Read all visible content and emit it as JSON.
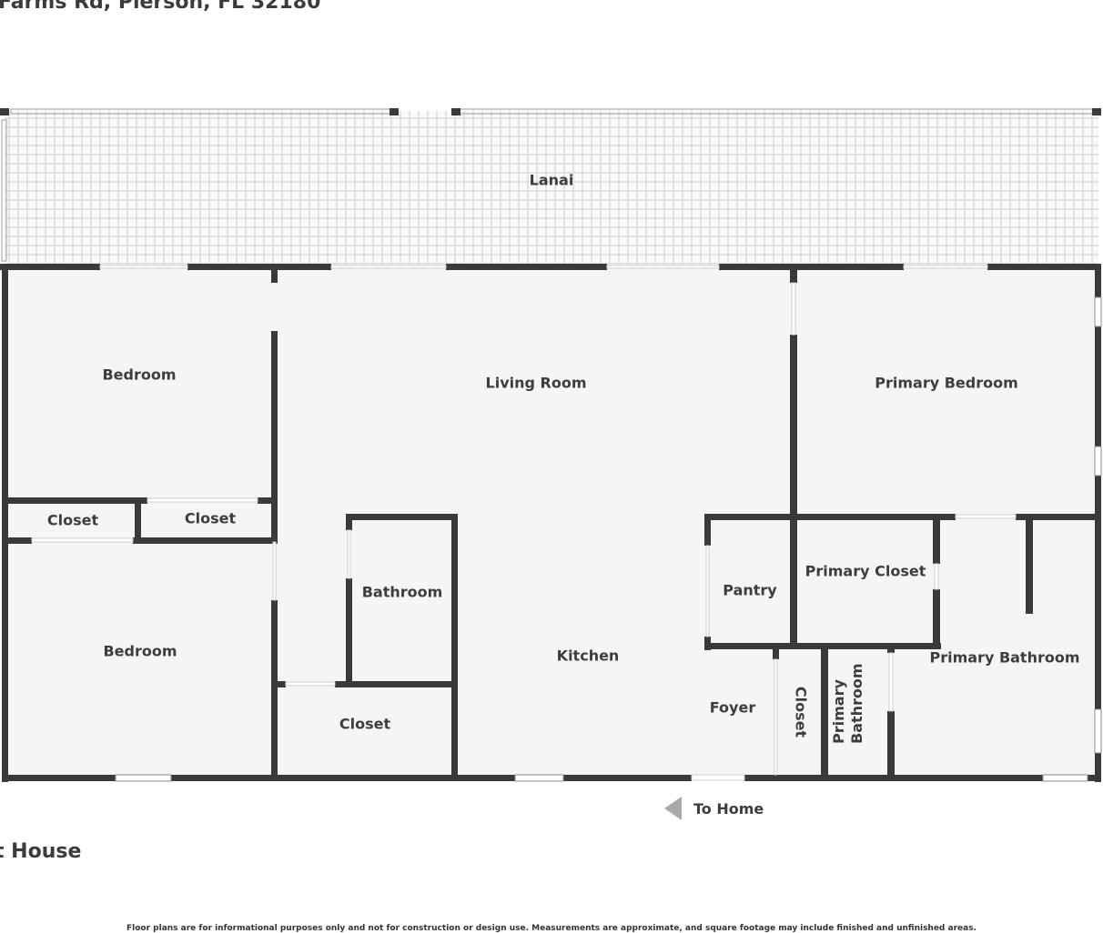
{
  "header": {
    "address": "Farms Rd, Pierson, FL 32180",
    "building": "t House"
  },
  "rooms": {
    "lanai": "Lanai",
    "bedroom_top": "Bedroom",
    "living_room": "Living Room",
    "primary_bedroom": "Primary Bedroom",
    "closet_left": "Closet",
    "closet_right": "Closet",
    "bathroom": "Bathroom",
    "pantry": "Pantry",
    "primary_closet": "Primary Closet",
    "bedroom_bottom": "Bedroom",
    "kitchen": "Kitchen",
    "primary_bathroom": "Primary Bathroom",
    "foyer": "Foyer",
    "closet_bottom": "Closet",
    "closet_foyer": "Closet",
    "primary_bathroom_small": "Primary Bathroom"
  },
  "nav": {
    "to_home": "To Home"
  },
  "footer": {
    "disclaimer": "Floor plans are for informational purposes only and not for construction or design use. Measurements are approximate, and square footage may include finished and unfinished areas."
  },
  "colors": {
    "wall": "#3a3a3a",
    "floor": "#f5f5f5",
    "lanai_tile": "#e6e6e6",
    "arrow": "#a9a9a9"
  }
}
